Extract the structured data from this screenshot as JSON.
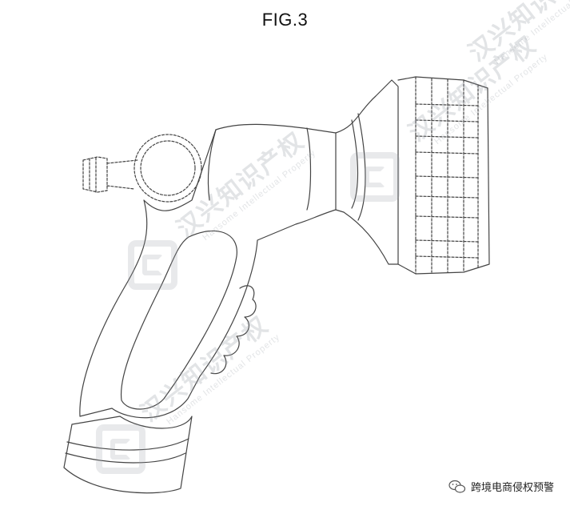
{
  "figure": {
    "title": "FIG.3"
  },
  "watermark": {
    "chinese": "汉兴知识产权",
    "english": "Hansome Intellectual Property"
  },
  "footer": {
    "account_name": "跨境电商侵权预警",
    "icon": "wechat-icon"
  },
  "colors": {
    "line": "#444444",
    "watermark": "#9aa0a8"
  }
}
